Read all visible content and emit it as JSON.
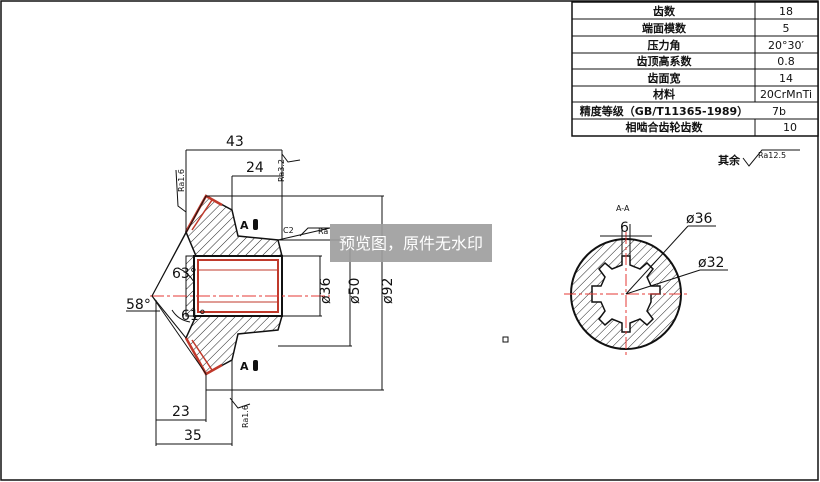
{
  "params_table": {
    "rows": [
      {
        "label": "齿数",
        "value": "18"
      },
      {
        "label": "端面模数",
        "value": "5"
      },
      {
        "label": "压力角",
        "value": "20°30′"
      },
      {
        "label": "齿顶高系数",
        "value": "0.8"
      },
      {
        "label": "齿面宽",
        "value": "14"
      },
      {
        "label": "材料",
        "value": "20CrMnTi"
      },
      {
        "label": "精度等级（GB/T11365-1989）",
        "value": "7b"
      },
      {
        "label": "相啮合齿轮齿数",
        "value": "10"
      }
    ]
  },
  "surface_note": {
    "label": "其余",
    "roughness": "Ra12.5"
  },
  "watermark": "预览图，原件无水印",
  "main_view": {
    "dim_top_43": "43",
    "dim_top_24": "24",
    "dim_bottom_23": "23",
    "dim_bottom_35": "35",
    "angle_58": "58°",
    "angle_63": "63°",
    "angle_61": "61°",
    "dia_36": "ø36",
    "dia_50": "ø50",
    "dia_92": "ø92",
    "chamfer": "C2",
    "ra_16_left": "Ra1.6",
    "ra_32": "Ra3.2",
    "ra_16_bottom": "Ra1.6",
    "ra_partial": "Ra",
    "section_mark_top": "A",
    "section_mark_bottom": "A"
  },
  "section_view": {
    "title": "A-A",
    "dim_width": "6",
    "dia_36": "ø36",
    "dia_32": "ø32"
  }
}
